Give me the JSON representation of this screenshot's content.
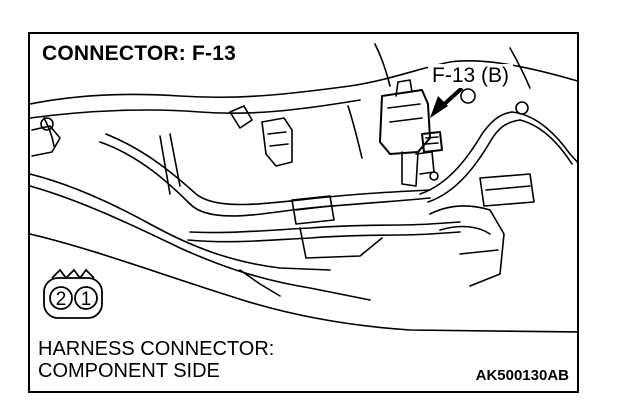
{
  "title": "CONNECTOR: F-13",
  "callout": {
    "label": "F-13 (B)"
  },
  "connector": {
    "pins": [
      "2",
      "1"
    ]
  },
  "caption": {
    "line1": "HARNESS CONNECTOR:",
    "line2": "COMPONENT SIDE"
  },
  "figure_code": "AK500130AB",
  "colors": {
    "ink": "#000000",
    "paper": "#ffffff"
  }
}
